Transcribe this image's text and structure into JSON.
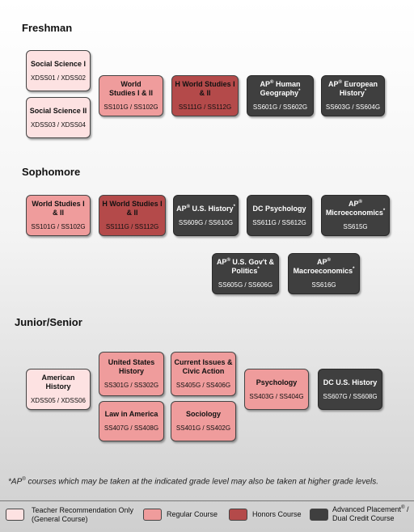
{
  "sections": {
    "freshman": "Freshman",
    "sophomore": "Sophomore",
    "junior_senior": "Junior/Senior"
  },
  "courses": {
    "f_ss1": {
      "name": "Social Science I",
      "code": "XDSS01 / XDSS02",
      "type": "teacher"
    },
    "f_ss2": {
      "name": "Social Science II",
      "code": "XDSS03 / XDSS04",
      "type": "teacher"
    },
    "f_ws": {
      "name": "World Studies I & II",
      "code": "SS101G / SS102G",
      "type": "regular"
    },
    "f_hws": {
      "name": "H World Studies I & II",
      "code": "SS111G / SS112G",
      "type": "honors"
    },
    "f_aphg_pre": "AP",
    "f_aphg_name": "Human Geography",
    "f_aphg_code": "SS601G / SS602G",
    "f_apeh_pre": "AP",
    "f_apeh_name": "European History",
    "f_apeh_code": "SS603G / SS604G",
    "s_ws": {
      "name": "World Studies I & II",
      "code": "SS101G / SS102G",
      "type": "regular"
    },
    "s_hws": {
      "name": "H World Studies I & II",
      "code": "SS111G / SS112G",
      "type": "honors"
    },
    "s_apush_pre": "AP",
    "s_apush_name": "U.S. History",
    "s_apush_code": "SS609G / SS610G",
    "s_dcpsych": {
      "name": "DC Psychology",
      "code": "SS611G / SS612G",
      "type": "ap"
    },
    "s_apmicro_pre": "AP",
    "s_apmicro_name": "Microeconomics",
    "s_apmicro_code": "SS615G",
    "s_apgov_pre": "AP",
    "s_apgov_name": "U.S. Gov't & Politics",
    "s_apgov_code": "SS605G / SS606G",
    "s_apmacro_pre": "AP",
    "s_apmacro_name": "Macroeconomics",
    "s_apmacro_code": "SS616G",
    "j_amhist": {
      "name": "American History",
      "code": "XDSS05 / XDSS06",
      "type": "teacher"
    },
    "j_ush": {
      "name": "United States History",
      "code": "SS301G / SS302G",
      "type": "regular"
    },
    "j_cica": {
      "name": "Current Issues & Civic Action",
      "code": "SS405G / SS406G",
      "type": "regular"
    },
    "j_psych": {
      "name": "Psychology",
      "code": "SS403G / SS404G",
      "type": "regular"
    },
    "j_dcush": {
      "name": "DC U.S. History",
      "code": "SS607G / SS608G",
      "type": "ap"
    },
    "j_lia": {
      "name": "Law in America",
      "code": "SS407G / SS408G",
      "type": "regular"
    },
    "j_soc": {
      "name": "Sociology",
      "code": "SS401G / SS402G",
      "type": "regular"
    }
  },
  "marks": {
    "registered": "®",
    "asterisk": "*"
  },
  "footnote": {
    "prefix": "AP",
    "text": " courses which may be taken at the indicated grade level may also be taken at higher grade levels."
  },
  "legend": {
    "teacher": "Teacher Recommendation Only (General Course)",
    "regular": "Regular Course",
    "honors": "Honors Course",
    "ap_line1": "Advanced Placement",
    "ap_line1_tail": " /",
    "ap_line2": "Dual Credit Course"
  },
  "colors": {
    "teacher": "#fde2e2",
    "regular": "#ef9c9c",
    "honors": "#b44a4a",
    "ap": "#3f3f3f"
  }
}
